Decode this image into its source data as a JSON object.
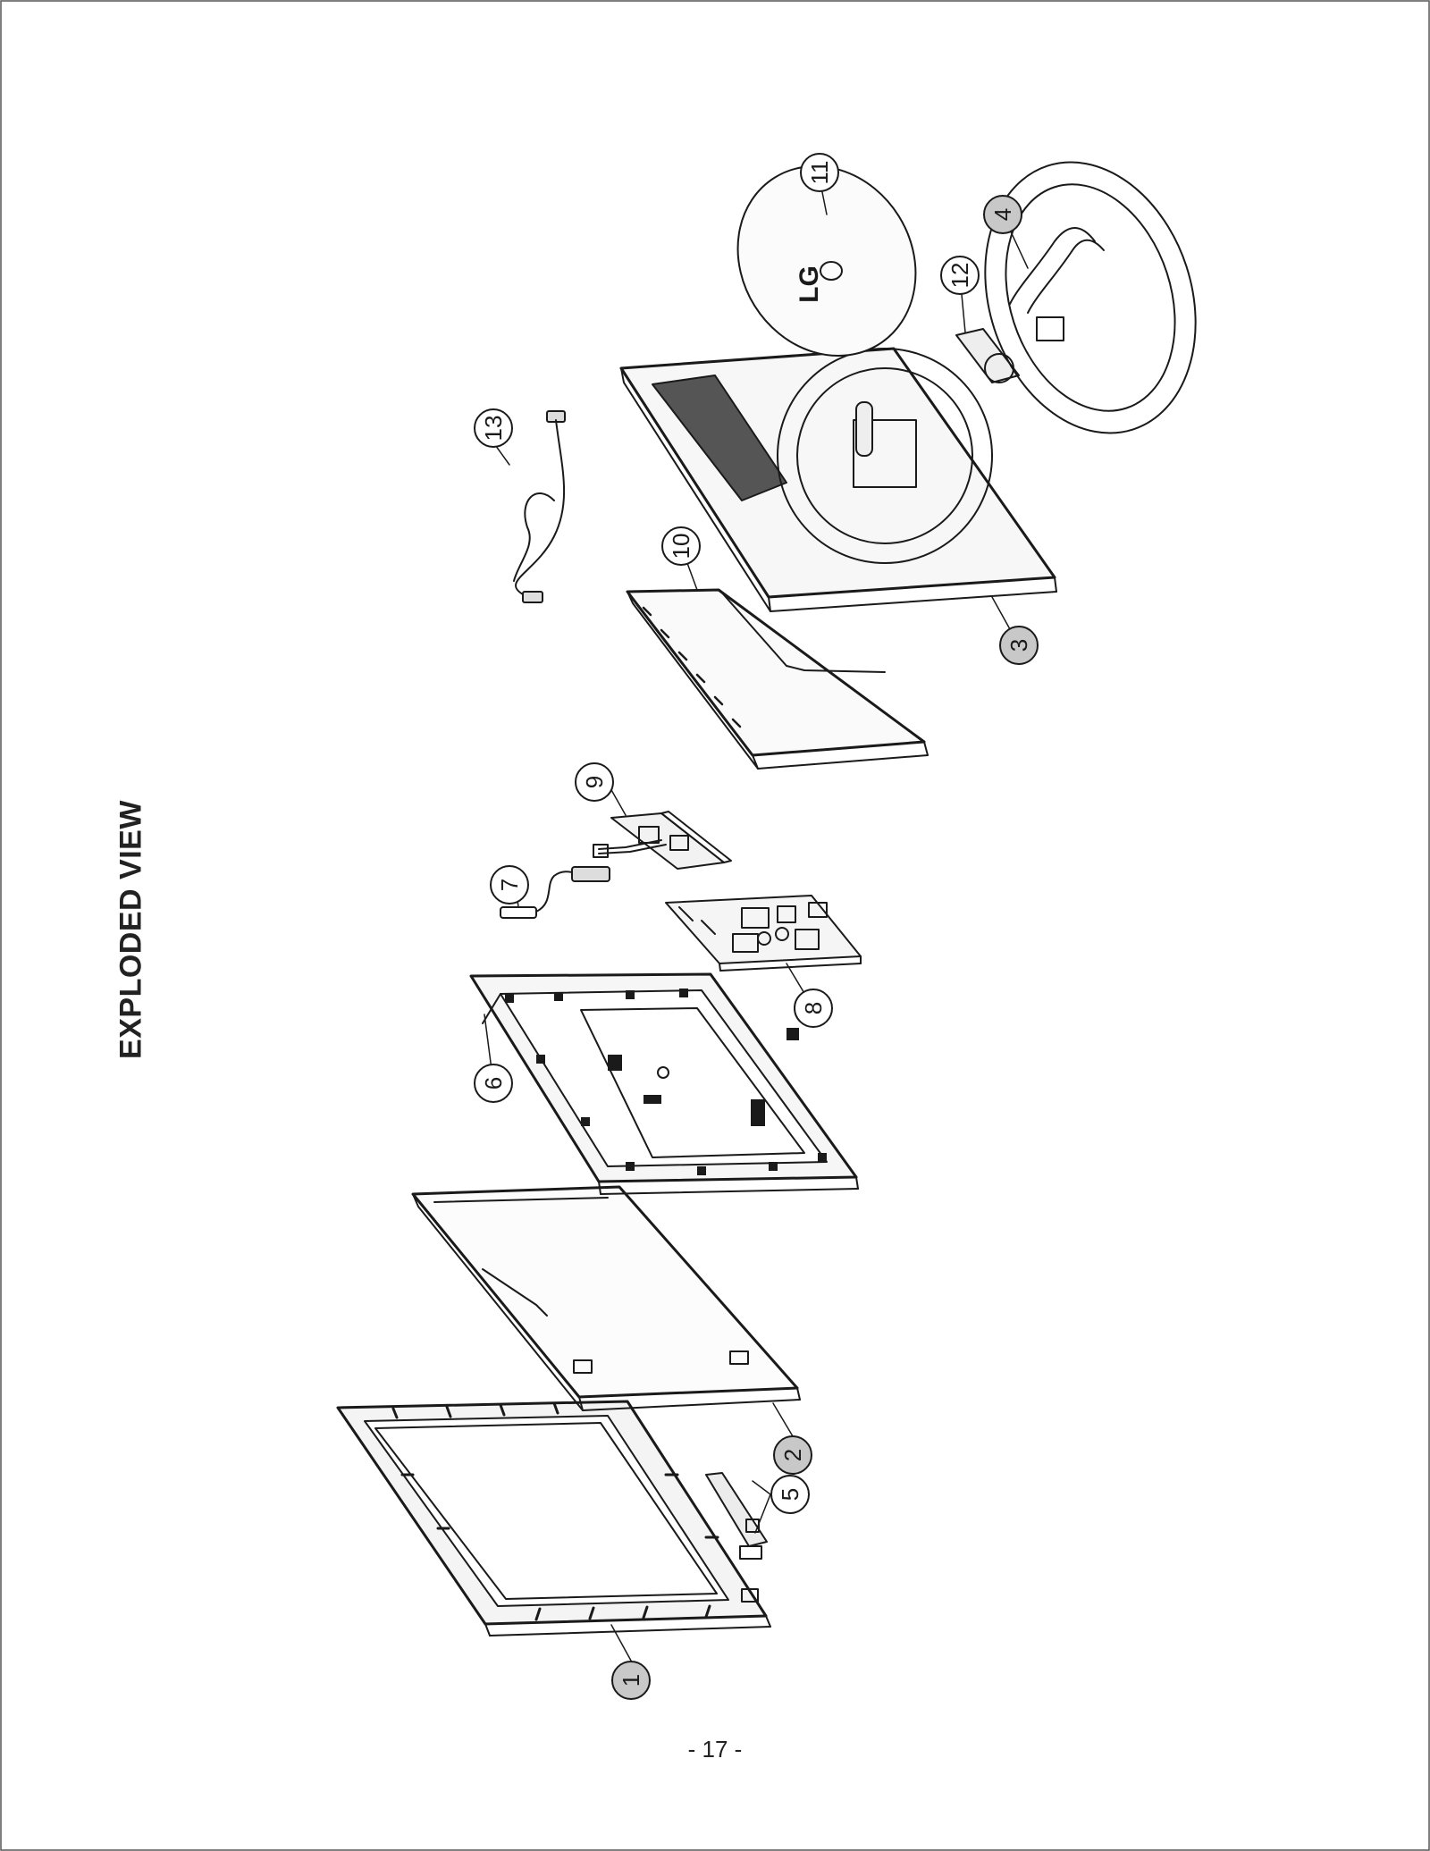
{
  "page": {
    "title": "EXPLODED VIEW",
    "page_number": "- 17 -"
  },
  "callouts": [
    {
      "label": "1",
      "shaded": true
    },
    {
      "label": "2",
      "shaded": true
    },
    {
      "label": "3",
      "shaded": true
    },
    {
      "label": "4",
      "shaded": true
    },
    {
      "label": "5",
      "shaded": false
    },
    {
      "label": "6",
      "shaded": false
    },
    {
      "label": "7",
      "shaded": false
    },
    {
      "label": "8",
      "shaded": false
    },
    {
      "label": "9",
      "shaded": false
    },
    {
      "label": "10",
      "shaded": false
    },
    {
      "label": "11",
      "shaded": false
    },
    {
      "label": "12",
      "shaded": false
    },
    {
      "label": "13",
      "shaded": false
    }
  ],
  "logo": {
    "text": "LG"
  }
}
